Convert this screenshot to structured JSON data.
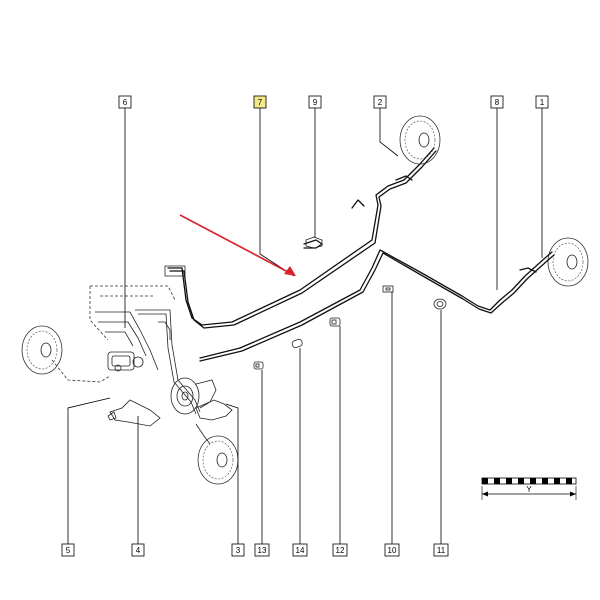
{
  "callouts": [
    {
      "id": "c6",
      "label": "6",
      "highlight": false
    },
    {
      "id": "c7",
      "label": "7",
      "highlight": true
    },
    {
      "id": "c9",
      "label": "9",
      "highlight": false
    },
    {
      "id": "c2",
      "label": "2",
      "highlight": false
    },
    {
      "id": "c8",
      "label": "8",
      "highlight": false
    },
    {
      "id": "c1",
      "label": "1",
      "highlight": false
    },
    {
      "id": "c5",
      "label": "5",
      "highlight": false
    },
    {
      "id": "c4",
      "label": "4",
      "highlight": false
    },
    {
      "id": "c3",
      "label": "3",
      "highlight": false
    },
    {
      "id": "c13",
      "label": "13",
      "highlight": false
    },
    {
      "id": "c14",
      "label": "14",
      "highlight": false
    },
    {
      "id": "c12",
      "label": "12",
      "highlight": false
    },
    {
      "id": "c10",
      "label": "10",
      "highlight": false
    },
    {
      "id": "c11",
      "label": "11",
      "highlight": false
    }
  ],
  "scale_bar": {
    "label": "Y"
  },
  "colors": {
    "highlight_box": "#f2e98a",
    "arrow": "#d8232a",
    "line": "#111111"
  }
}
